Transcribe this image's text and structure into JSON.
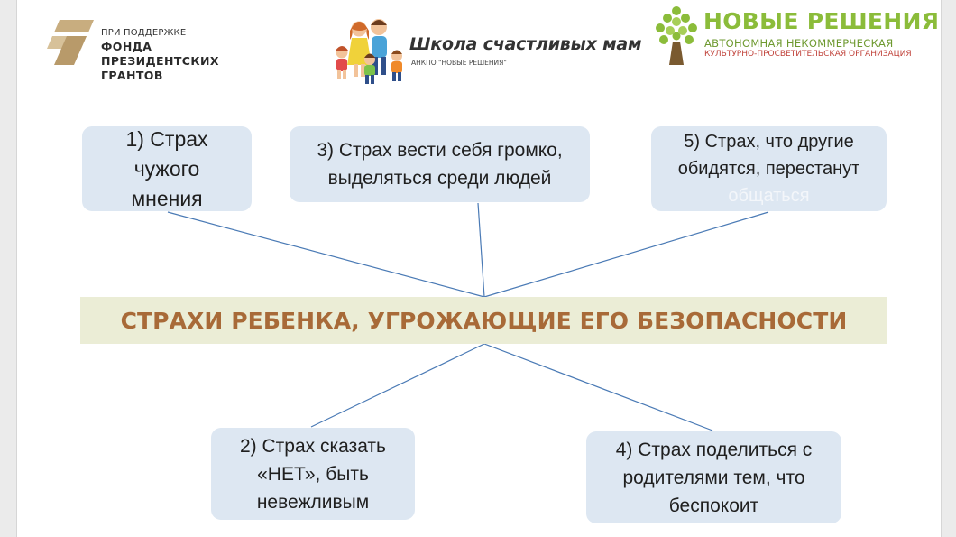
{
  "header": {
    "fpg": {
      "small": "ПРИ ПОДДЕРЖКЕ",
      "line1": "ФОНДА",
      "line2": "ПРЕЗИДЕНТСКИХ",
      "line3": "ГРАНТОВ",
      "color": "#c8ad7f"
    },
    "school": {
      "title": "Школа счастливых мам",
      "subtitle": "АНКПО \"НОВЫЕ РЕШЕНИЯ\""
    },
    "nr": {
      "title": "НОВЫЕ РЕШЕНИЯ",
      "sub1": "АВТОНОМНАЯ НЕКОММЕРЧЕСКАЯ",
      "sub2": "КУЛЬТУРНО-ПРОСВЕТИТЕЛЬСКАЯ ОРГАНИЗАЦИЯ",
      "green": "#8bbc3a",
      "red": "#c0423a"
    }
  },
  "diagram": {
    "center": "СТРАХИ РЕБЕНКА, УГРОЖАЮЩИЕ ЕГО БЕЗОПАСНОСТИ",
    "box1": [
      "1) Страх",
      "чужого",
      "мнения"
    ],
    "box3": [
      "3) Страх вести себя громко,",
      "выделяться среди людей"
    ],
    "box5": [
      "5) Страх, что другие",
      "обидятся, перестанут",
      "общаться"
    ],
    "box2": [
      "2) Страх сказать",
      "«НЕТ», быть",
      "невежливым"
    ],
    "box4": [
      "4) Страх поделиться с",
      "родителями тем, что",
      "беспокоит"
    ],
    "colors": {
      "box": "#dde7f2",
      "banner": "#ebedd6",
      "banner_text": "#a86a38",
      "line": "#4a7ab5"
    }
  }
}
